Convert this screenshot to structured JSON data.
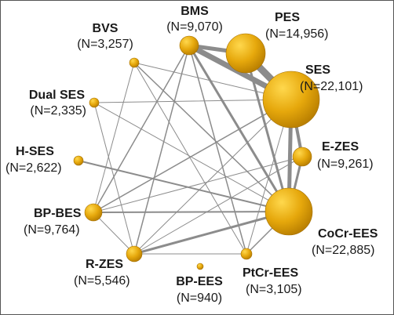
{
  "network": {
    "nodes": [
      {
        "id": "BVS",
        "name": "BVS",
        "count": "(N=3,257)"
      },
      {
        "id": "BMS",
        "name": "BMS",
        "count": "(N=9,070)"
      },
      {
        "id": "PES",
        "name": "PES",
        "count": "(N=14,956)"
      },
      {
        "id": "SES",
        "name": "SES",
        "count": "(N=22,101)"
      },
      {
        "id": "DualSES",
        "name": "Dual SES",
        "count": "(N=2,335)"
      },
      {
        "id": "HSES",
        "name": "H-SES",
        "count": "(N=2,622)"
      },
      {
        "id": "EZES",
        "name": "E-ZES",
        "count": "(N=9,261)"
      },
      {
        "id": "BPBES",
        "name": "BP-BES",
        "count": "(N=9,764)"
      },
      {
        "id": "CoCrEES",
        "name": "CoCr-EES",
        "count": "(N=22,885)"
      },
      {
        "id": "RZES",
        "name": "R-ZES",
        "count": "(N=5,546)"
      },
      {
        "id": "PtCrEES",
        "name": "PtCr-EES",
        "count": "(N=3,105)"
      },
      {
        "id": "BPEES",
        "name": "BP-EES",
        "count": "(N=940)"
      }
    ],
    "edges": [
      {
        "from": "BMS",
        "to": "PES",
        "weight": 5
      },
      {
        "from": "BMS",
        "to": "SES",
        "weight": 7
      },
      {
        "from": "PES",
        "to": "SES",
        "weight": 9
      },
      {
        "from": "SES",
        "to": "EZES",
        "weight": 4
      },
      {
        "from": "SES",
        "to": "CoCrEES",
        "weight": 5
      },
      {
        "from": "EZES",
        "to": "CoCrEES",
        "weight": 3
      },
      {
        "from": "PES",
        "to": "CoCrEES",
        "weight": 3
      },
      {
        "from": "BMS",
        "to": "CoCrEES",
        "weight": 3
      },
      {
        "from": "BMS",
        "to": "PtCrEES",
        "weight": 1.5
      },
      {
        "from": "BMS",
        "to": "BPBES",
        "weight": 1.5
      },
      {
        "from": "BMS",
        "to": "RZES",
        "weight": 1.5
      },
      {
        "from": "BVS",
        "to": "CoCrEES",
        "weight": 1.5
      },
      {
        "from": "BVS",
        "to": "BPBES",
        "weight": 1
      },
      {
        "from": "BVS",
        "to": "PtCrEES",
        "weight": 1
      },
      {
        "from": "HSES",
        "to": "CoCrEES",
        "weight": 2
      },
      {
        "from": "DualSES",
        "to": "SES",
        "weight": 1
      },
      {
        "from": "DualSES",
        "to": "RZES",
        "weight": 1
      },
      {
        "from": "DualSES",
        "to": "CoCrEES",
        "weight": 1
      },
      {
        "from": "BPBES",
        "to": "CoCrEES",
        "weight": 2
      },
      {
        "from": "BPBES",
        "to": "SES",
        "weight": 1.5
      },
      {
        "from": "BPBES",
        "to": "EZES",
        "weight": 1
      },
      {
        "from": "BPBES",
        "to": "RZES",
        "weight": 1
      },
      {
        "from": "RZES",
        "to": "CoCrEES",
        "weight": 3
      },
      {
        "from": "RZES",
        "to": "PtCrEES",
        "weight": 1
      },
      {
        "from": "RZES",
        "to": "SES",
        "weight": 1
      },
      {
        "from": "RZES",
        "to": "EZES",
        "weight": 1
      },
      {
        "from": "PtCrEES",
        "to": "CoCrEES",
        "weight": 1.5
      },
      {
        "from": "PtCrEES",
        "to": "SES",
        "weight": 1
      },
      {
        "from": "CoCrEES",
        "to": "SES",
        "weight": 1.5
      },
      {
        "from": "BVS",
        "to": "SES",
        "weight": 1
      }
    ],
    "colors": {
      "node_fill": "#e2a50c",
      "node_highlight": "#ffd24d",
      "node_shadow": "#a36e00",
      "edge": "#8c8c8c",
      "text": "#1a1a1a",
      "border": "#555555"
    }
  }
}
